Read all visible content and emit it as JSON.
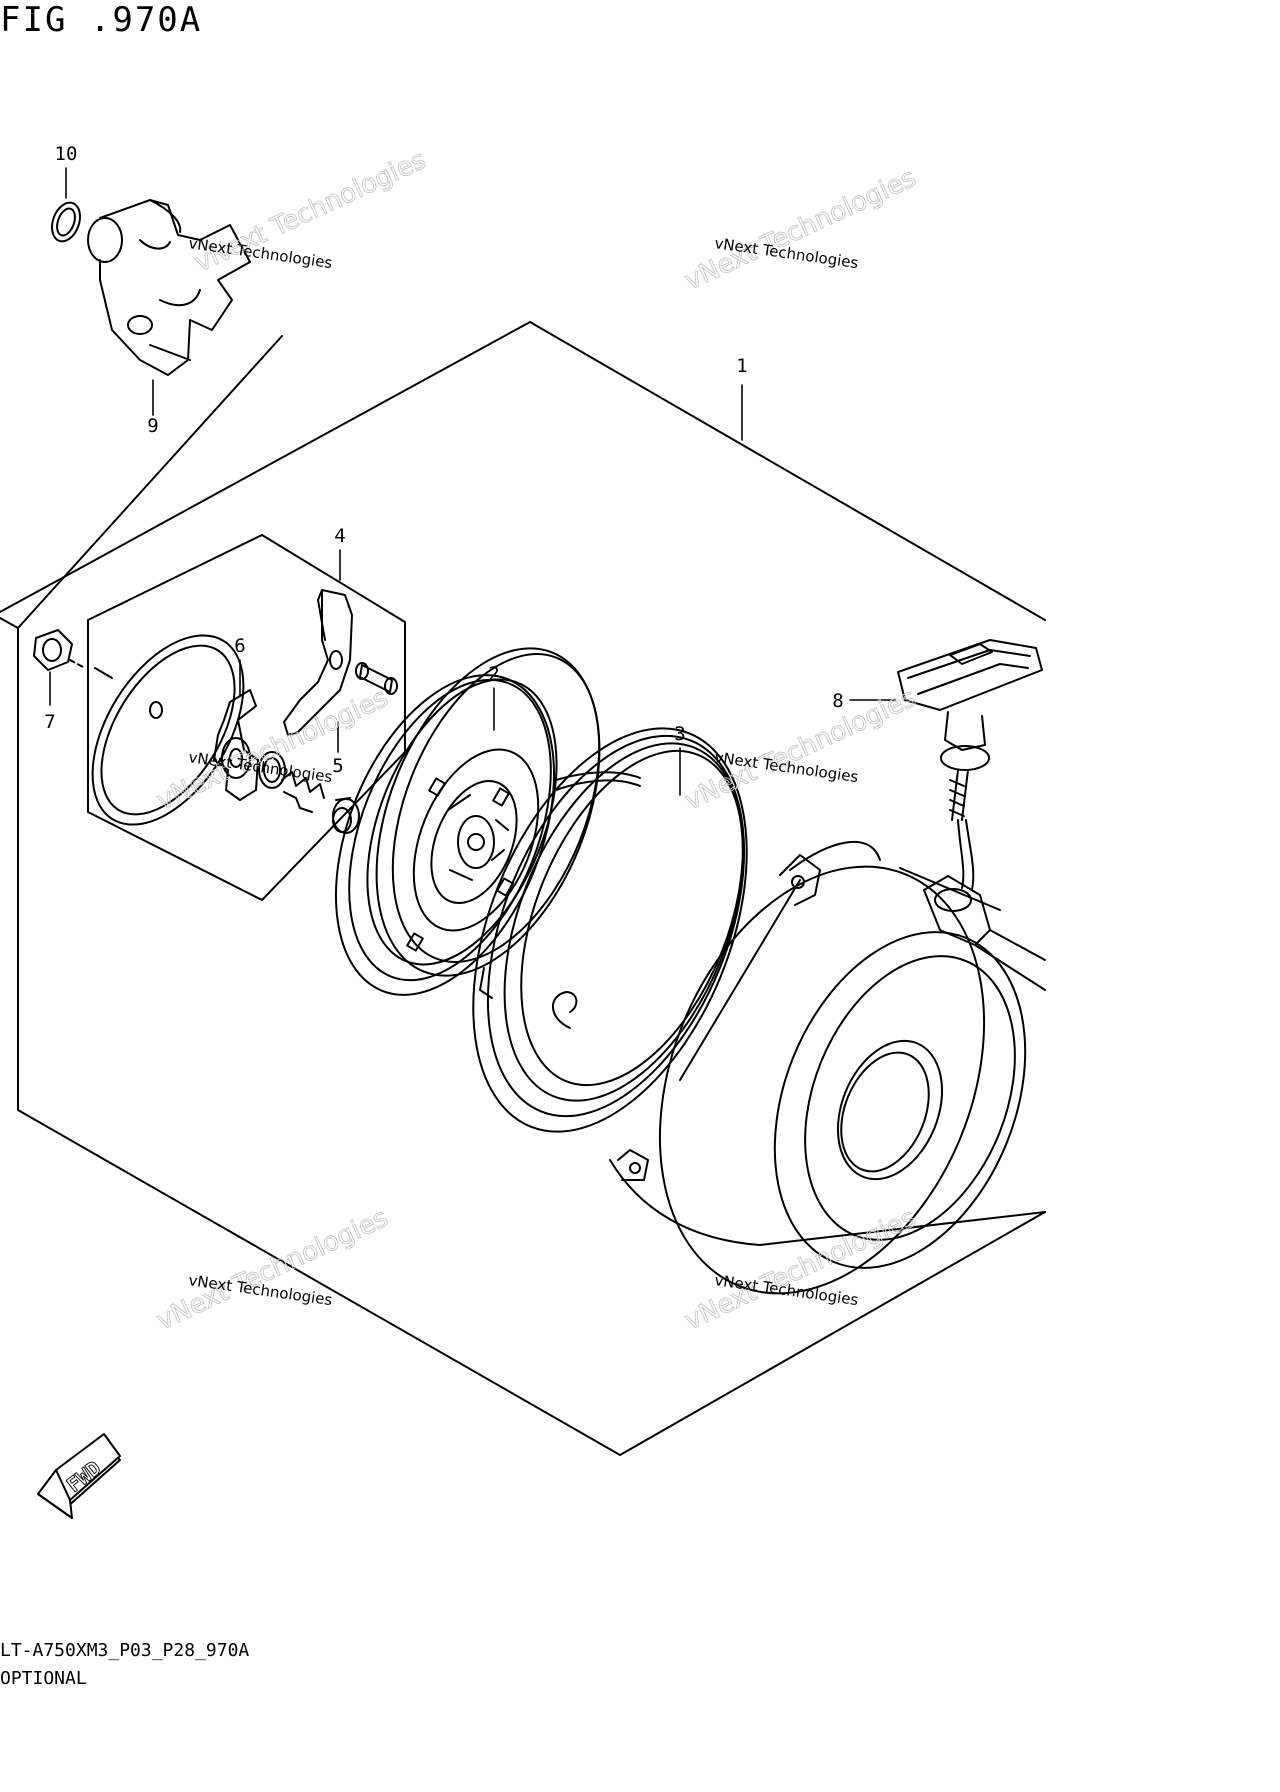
{
  "figure": {
    "title": "FIG .970A"
  },
  "footer": {
    "drawing_code": "LT-A750XM3_P03_P28_970A",
    "note": "OPTIONAL"
  },
  "direction_arrow": {
    "label": "FWD"
  },
  "watermark": {
    "line1": "vNext Technologies",
    "line2": "vNext Technologies"
  },
  "callouts": [
    {
      "number": "1",
      "part": "assembly"
    },
    {
      "number": "2",
      "part": "reel"
    },
    {
      "number": "3",
      "part": "spring"
    },
    {
      "number": "4",
      "part": "ratchet-kit"
    },
    {
      "number": "5",
      "part": "ratchet-pin"
    },
    {
      "number": "6",
      "part": "ratchet-guide"
    },
    {
      "number": "7",
      "part": "nut"
    },
    {
      "number": "8",
      "part": "handle"
    },
    {
      "number": "9",
      "part": "starter-cup"
    },
    {
      "number": "10",
      "part": "o-ring"
    }
  ]
}
